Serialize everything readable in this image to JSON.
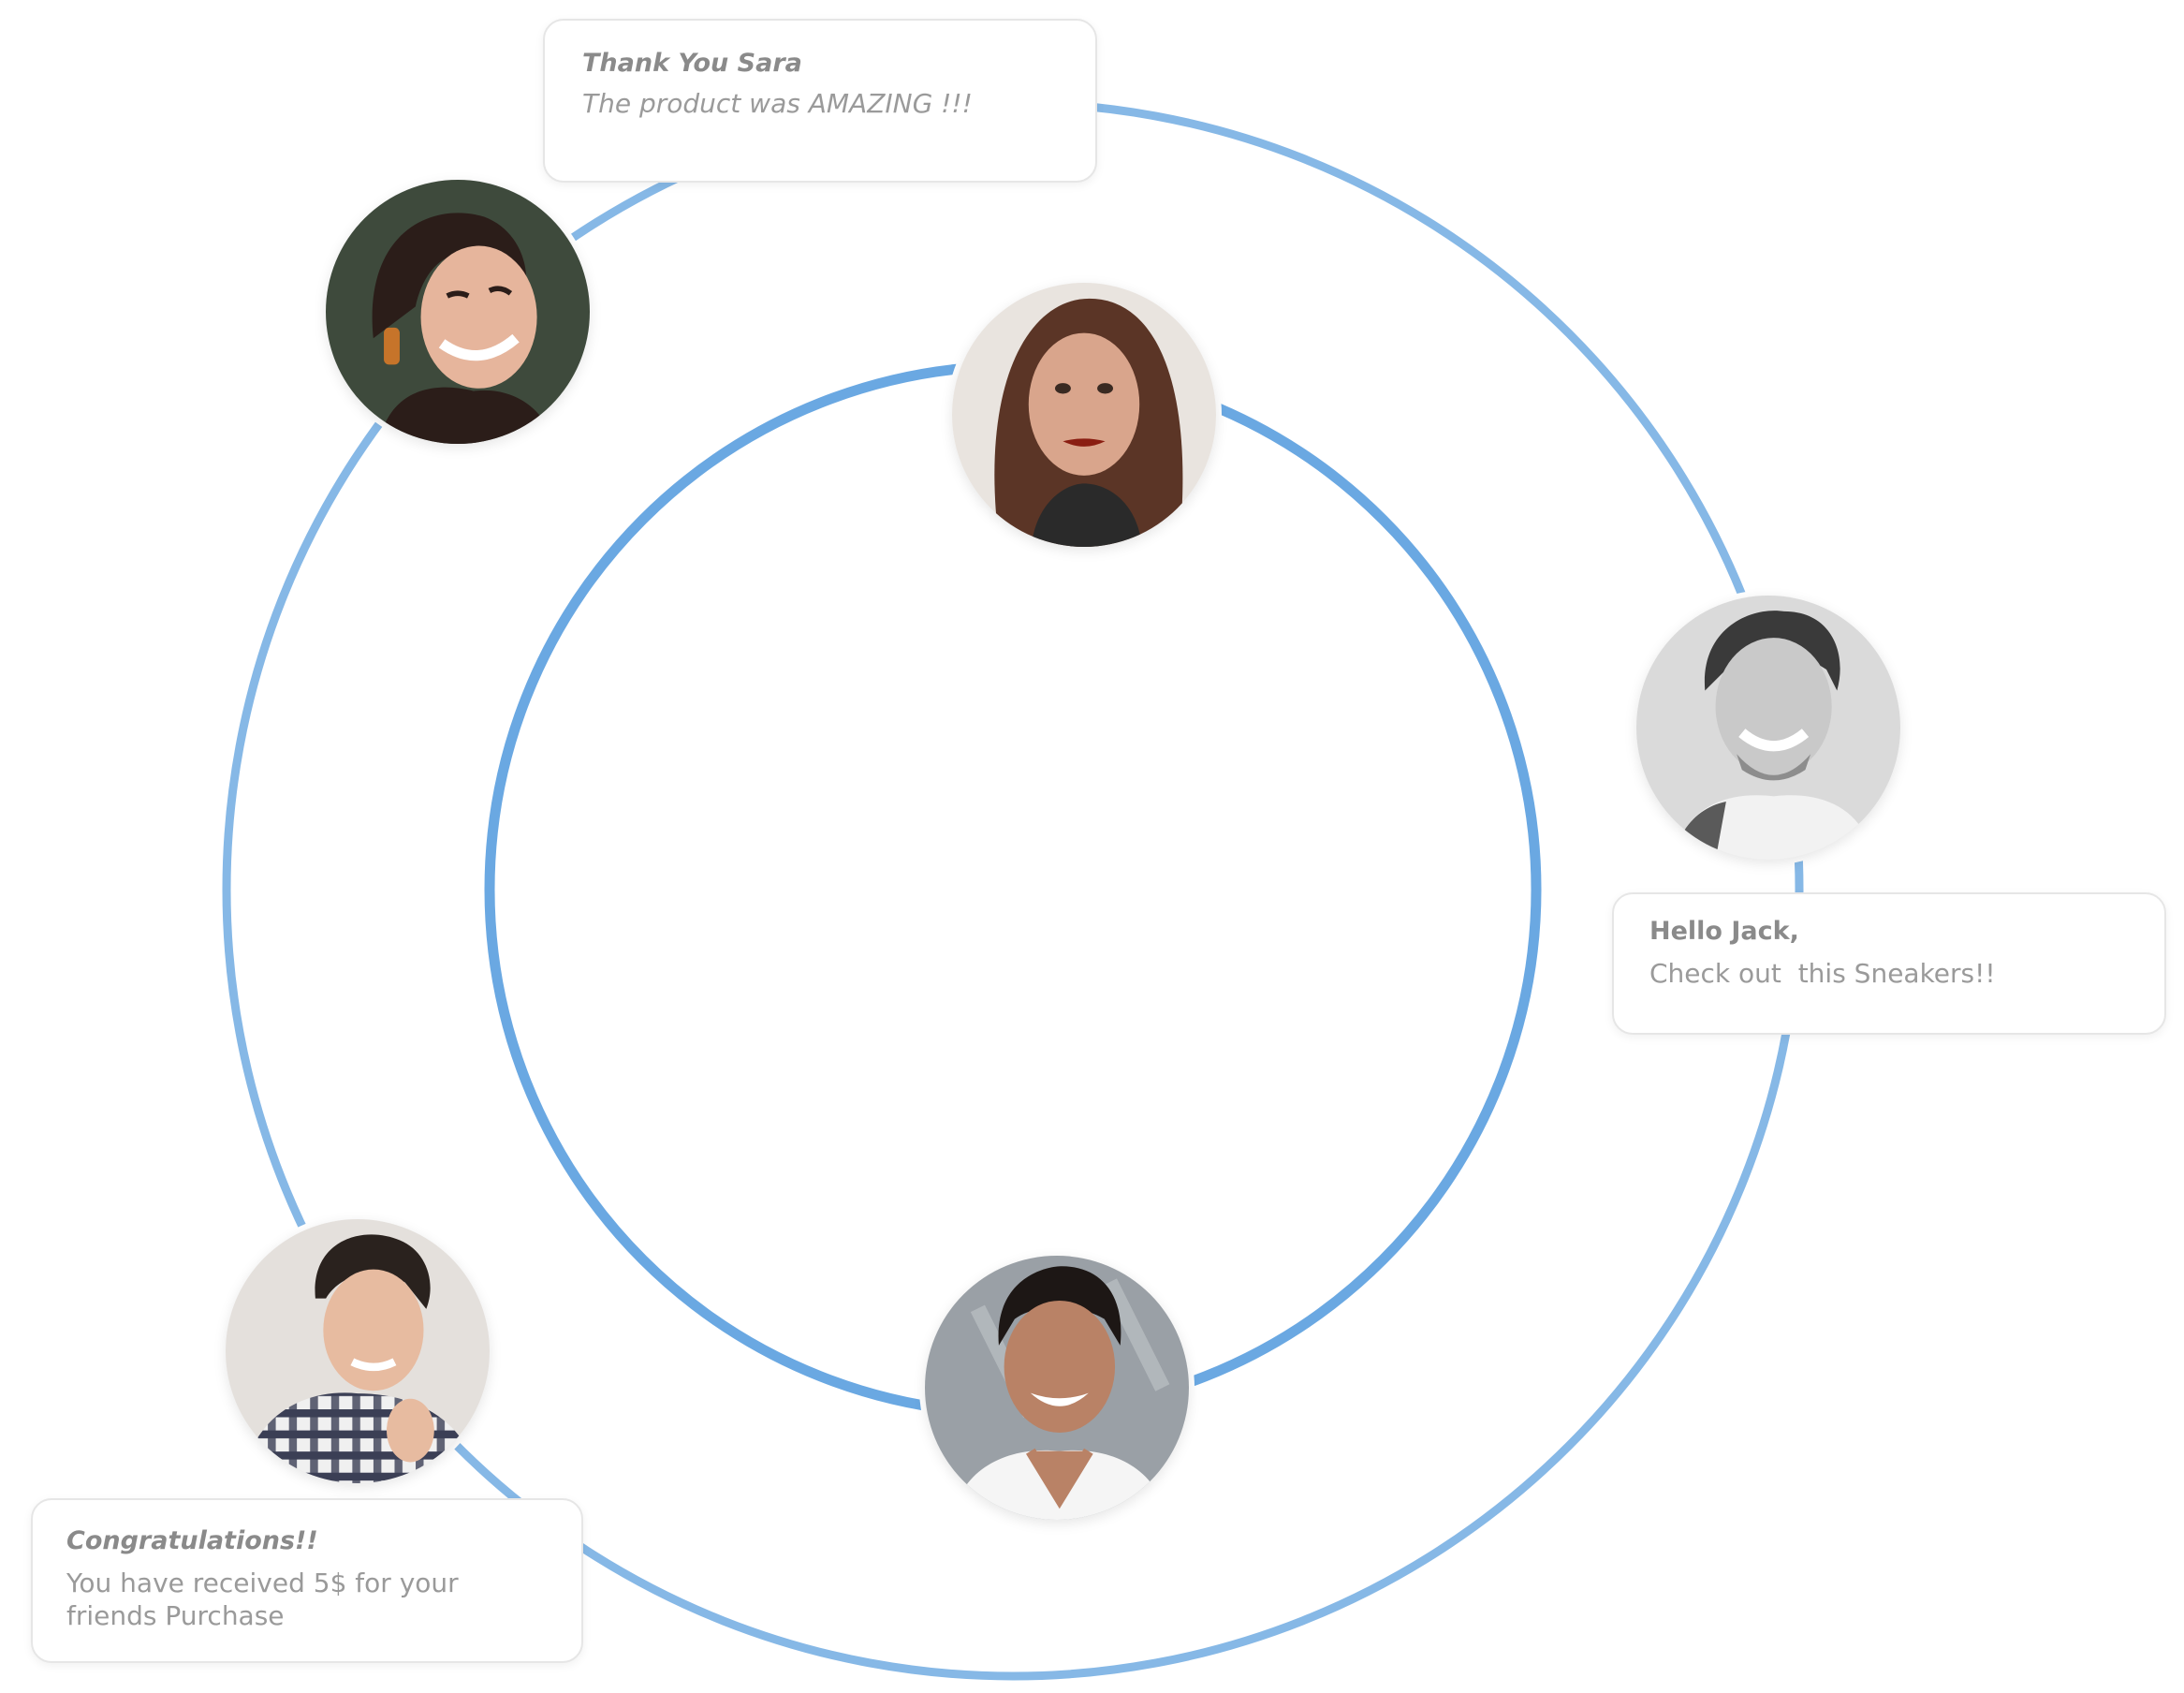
{
  "colors": {
    "outer_ring": "#86b8e6",
    "inner_ring": "#6aa8e2",
    "bubble_border": "#e6e6e6",
    "text": "#8e8e8e"
  },
  "bubbles": {
    "sara": {
      "title": "Thank You Sara",
      "text": "The product was AMAZING !!!"
    },
    "jack": {
      "title": "Hello Jack,",
      "text": "Check out  this Sneakers!!"
    },
    "congrats": {
      "title": "Congratulations!!",
      "text": "You have received 5$ for your friends Purchase"
    }
  },
  "avatars": [
    {
      "name": "woman-laughing",
      "skin": "#e6b59c",
      "hair": "#2b1d19",
      "bg": "#3e4a3c"
    },
    {
      "name": "woman-smiling",
      "skin": "#d9a58c",
      "hair": "#5b3526",
      "bg": "#e9e4df"
    },
    {
      "name": "man-grayscale",
      "skin": "#c9c9c9",
      "hair": "#3a3a3a",
      "bg": "#dadada"
    },
    {
      "name": "man-plaid-shirt",
      "skin": "#e7bba0",
      "hair": "#2a221e",
      "bg": "#e4e0dc"
    },
    {
      "name": "man-white-tee",
      "skin": "#b98266",
      "hair": "#1d1715",
      "bg": "#9aa0a6"
    }
  ]
}
